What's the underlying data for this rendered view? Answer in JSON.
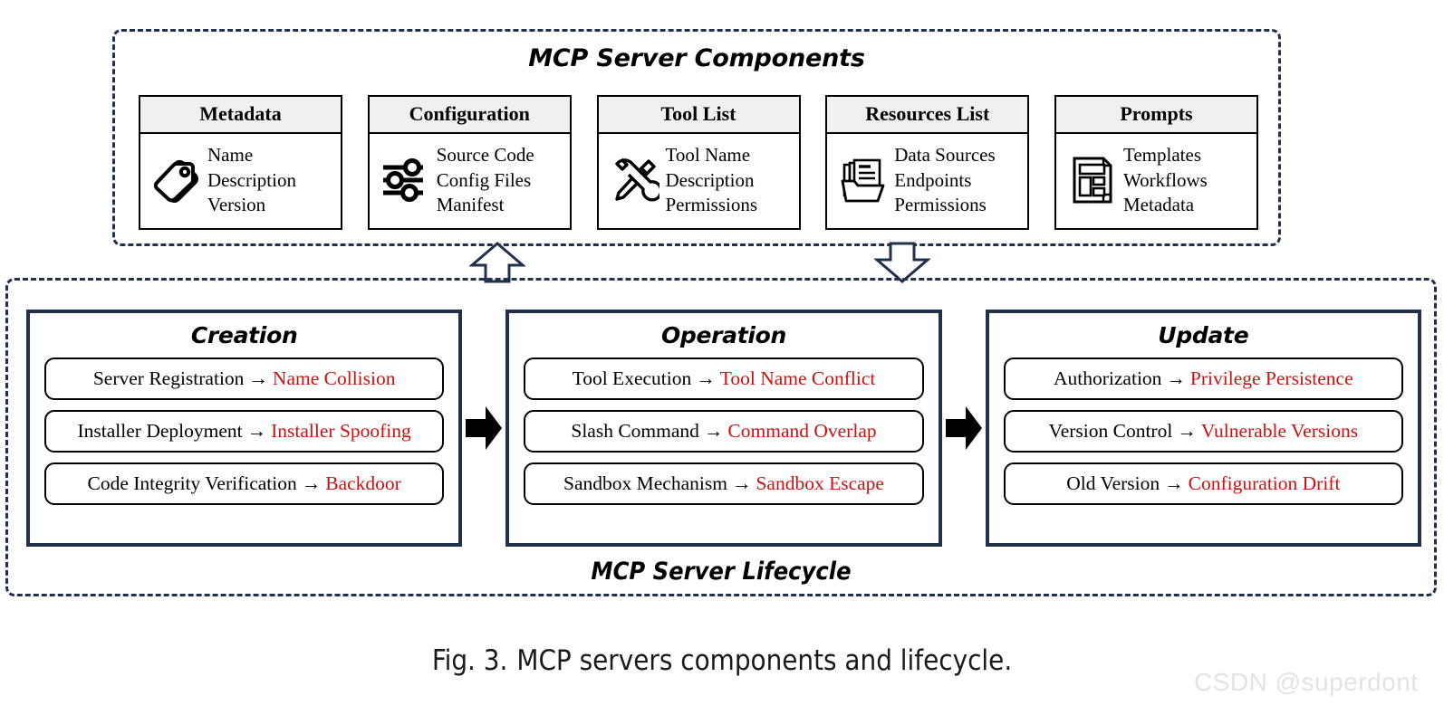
{
  "components_panel": {
    "title": "MCP Server Components",
    "cards": [
      {
        "header": "Metadata",
        "icon": "tag-icon",
        "lines": [
          "Name",
          "Description",
          "Version"
        ]
      },
      {
        "header": "Configuration",
        "icon": "sliders-icon",
        "lines": [
          "Source Code",
          "Config Files",
          "Manifest"
        ]
      },
      {
        "header": "Tool List",
        "icon": "tools-icon",
        "lines": [
          "Tool Name",
          "Description",
          "Permissions"
        ]
      },
      {
        "header": "Resources List",
        "icon": "folder-documents-icon",
        "lines": [
          "Data Sources",
          "Endpoints",
          "Permissions"
        ]
      },
      {
        "header": "Prompts",
        "icon": "template-document-icon",
        "lines": [
          "Templates",
          "Workflows",
          "Metadata"
        ]
      }
    ]
  },
  "link_arrows": [
    {
      "name": "arrow-up-icon",
      "direction": "up"
    },
    {
      "name": "arrow-down-icon",
      "direction": "down"
    }
  ],
  "lifecycle_panel": {
    "title": "MCP Server Lifecycle",
    "arrow_glyph": "→",
    "stages": [
      {
        "title": "Creation",
        "items": [
          {
            "stage_text": "Server Registration",
            "risk_text": "Name Collision"
          },
          {
            "stage_text": "Installer Deployment",
            "risk_text": "Installer Spoofing"
          },
          {
            "stage_text": "Code Integrity Verification",
            "risk_text": "Backdoor"
          }
        ]
      },
      {
        "title": "Operation",
        "items": [
          {
            "stage_text": "Tool Execution",
            "risk_text": "Tool Name Conflict"
          },
          {
            "stage_text": "Slash Command",
            "risk_text": "Command Overlap"
          },
          {
            "stage_text": "Sandbox Mechanism",
            "risk_text": "Sandbox Escape"
          }
        ]
      },
      {
        "title": "Update",
        "items": [
          {
            "stage_text": "Authorization",
            "risk_text": "Privilege Persistence"
          },
          {
            "stage_text": "Version Control",
            "risk_text": "Vulnerable Versions"
          },
          {
            "stage_text": "Old Version",
            "risk_text": "Configuration Drift"
          }
        ]
      }
    ],
    "flow_arrows": [
      {
        "name": "flow-arrow-creation-to-operation"
      },
      {
        "name": "flow-arrow-operation-to-update"
      }
    ]
  },
  "caption": {
    "figure_number": "Fig. 3.",
    "text": "MCP servers components and lifecycle."
  },
  "watermark": {
    "text": "CSDN @superdont"
  },
  "colors": {
    "panel_border": "#22314b",
    "stage_border": "#22314b",
    "risk_text": "#cc1111",
    "card_header_bg": "#f0f0f0",
    "card_border": "#000000",
    "watermark": "#e3e3e3"
  }
}
